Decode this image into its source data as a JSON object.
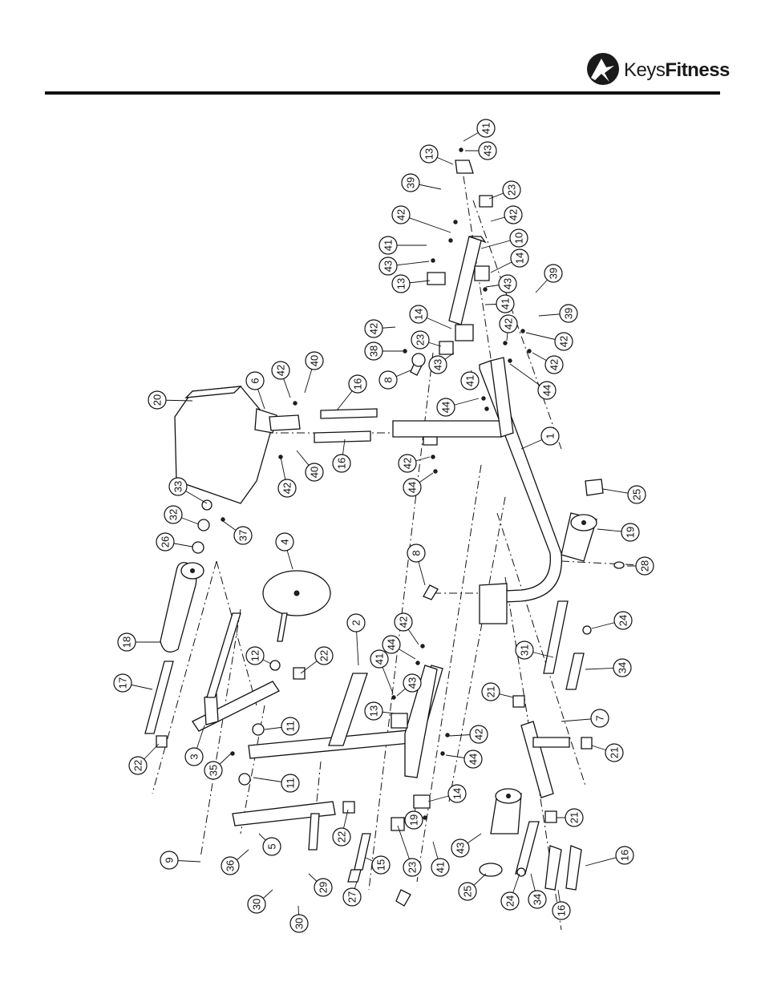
{
  "brand": {
    "name_part1": "Keys",
    "name_part2": "Fitness",
    "mark_color": "#1a1a1a"
  },
  "callouts": [
    "41",
    "43",
    "13",
    "39",
    "23",
    "42",
    "42",
    "10",
    "41",
    "43",
    "14",
    "13",
    "43",
    "41",
    "39",
    "39",
    "42",
    "38",
    "14",
    "23",
    "42",
    "42",
    "42",
    "8",
    "43",
    "41",
    "44",
    "44",
    "20",
    "6",
    "42",
    "40",
    "16",
    "16",
    "42",
    "40",
    "42",
    "44",
    "1",
    "33",
    "32",
    "37",
    "26",
    "25",
    "4",
    "19",
    "8",
    "28",
    "18",
    "24",
    "2",
    "42",
    "44",
    "41",
    "31",
    "12",
    "22",
    "43",
    "34",
    "17",
    "13",
    "21",
    "7",
    "22",
    "3",
    "11",
    "42",
    "44",
    "21",
    "35",
    "11",
    "14",
    "21",
    "19",
    "43",
    "22",
    "5",
    "16",
    "9",
    "36",
    "15",
    "23",
    "41",
    "30",
    "29",
    "27",
    "25",
    "24",
    "34",
    "16",
    "30"
  ]
}
